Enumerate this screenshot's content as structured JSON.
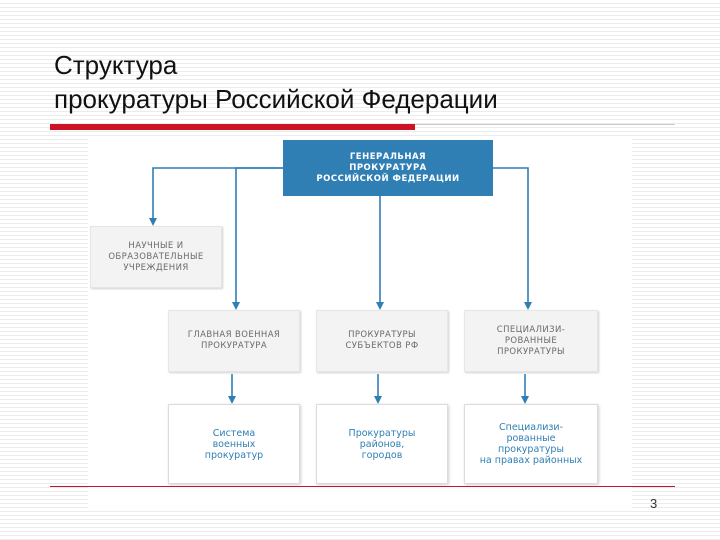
{
  "slide": {
    "title": "Структура\nпрокуратуры Российской Федерации",
    "page_number": "3"
  },
  "colors": {
    "accent_red": "#cc1224",
    "root_blue": "#2f7fb5",
    "low_text_blue": "#2f7fb5",
    "mid_box_gray": "#f3f3f3"
  },
  "org_chart": {
    "root": "ГЕНЕРАЛЬНАЯ\nПРОКУРАТУРА\nРОССИЙСКОЙ ФЕДЕРАЦИИ",
    "side_unit": "НАУЧНЫЕ И\nОБРАЗОВАТЕЛЬНЫЕ\nУЧРЕЖДЕНИЯ",
    "level2": [
      "ГЛАВНАЯ ВОЕННАЯ\nПРОКУРАТУРА",
      "ПРОКУРАТУРЫ\nСУБЪЕКТОВ РФ",
      "СПЕЦИАЛИЗИ-\nРОВАННЫЕ\nПРОКУРАТУРЫ"
    ],
    "level3": [
      "Система\nвоенных\nпрокуратур",
      "Прокуратуры\nрайонов,\nгородов",
      "Специализи-\nрованные\nпрокуратуры\nна правах районных"
    ]
  }
}
